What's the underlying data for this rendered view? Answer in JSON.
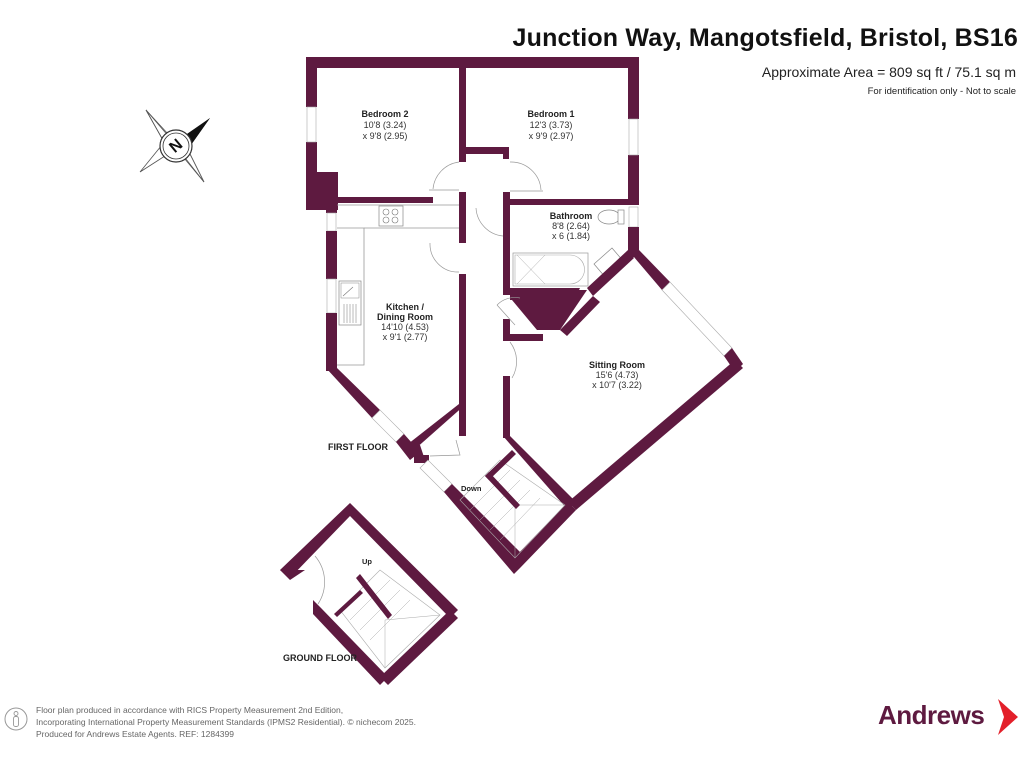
{
  "header": {
    "title": "Junction Way, Mangotsfield, Bristol, BS16",
    "area": "Approximate Area = 809 sq ft / 75.1 sq m",
    "note": "For identification only - Not to scale"
  },
  "compass": {
    "icon": "north-compass-icon",
    "label": "N"
  },
  "floors": {
    "first": {
      "label": "FIRST FLOOR",
      "stairs_label": "Down",
      "rooms": [
        {
          "name": "Bedroom 2",
          "dim1": "10'8 (3.24)",
          "dim2": "x 9'8 (2.95)"
        },
        {
          "name": "Bedroom 1",
          "dim1": "12'3 (3.73)",
          "dim2": "x 9'9 (2.97)"
        },
        {
          "name": "Bathroom",
          "dim1": "8'8 (2.64)",
          "dim2": "x 6 (1.84)"
        },
        {
          "name_line1": "Kitchen /",
          "name_line2": "Dining Room",
          "dim1": "14'10 (4.53)",
          "dim2": "x 9'1 (2.77)"
        },
        {
          "name": "Sitting Room",
          "dim1": "15'6 (4.73)",
          "dim2": "x 10'7 (3.22)"
        }
      ]
    },
    "ground": {
      "label": "GROUND FLOOR",
      "stairs_label": "Up"
    }
  },
  "footer": {
    "line1": "Floor plan produced in accordance with RICS Property Measurement 2nd Edition,",
    "line2": "Incorporating International Property Measurement Standards (IPMS2 Residential).   © nichecom 2025.",
    "line3": "Produced for Andrews Estate Agents.   REF: 1284399"
  },
  "brand": {
    "name": "Andrews",
    "primary_color": "#5e1a40",
    "accent_color": "#e3202a"
  }
}
